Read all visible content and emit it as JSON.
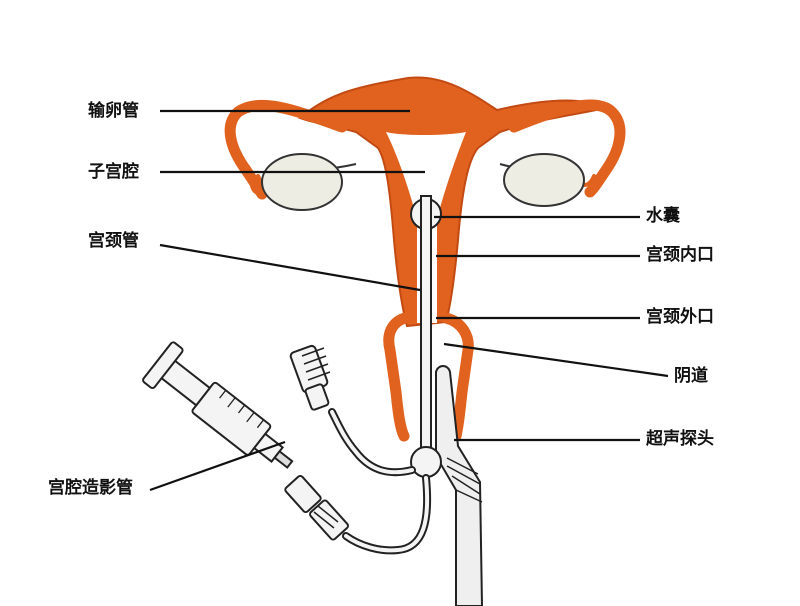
{
  "colors": {
    "organ": "#E0621E",
    "organ_dark": "#C34A12",
    "line": "#111111",
    "device": "#EFEFEF",
    "ovary": "#EDEDE4"
  },
  "labels": {
    "fallopian_tube": "输卵管",
    "uterine_cavity": "子宫腔",
    "cervical_canal": "宫颈管",
    "balloon": "水囊",
    "internal_os": "宫颈内口",
    "external_os": "宫颈外口",
    "vagina": "阴道",
    "ultrasound_probe": "超声探头",
    "hysterosalpingography_catheter": "宫腔造影管"
  }
}
